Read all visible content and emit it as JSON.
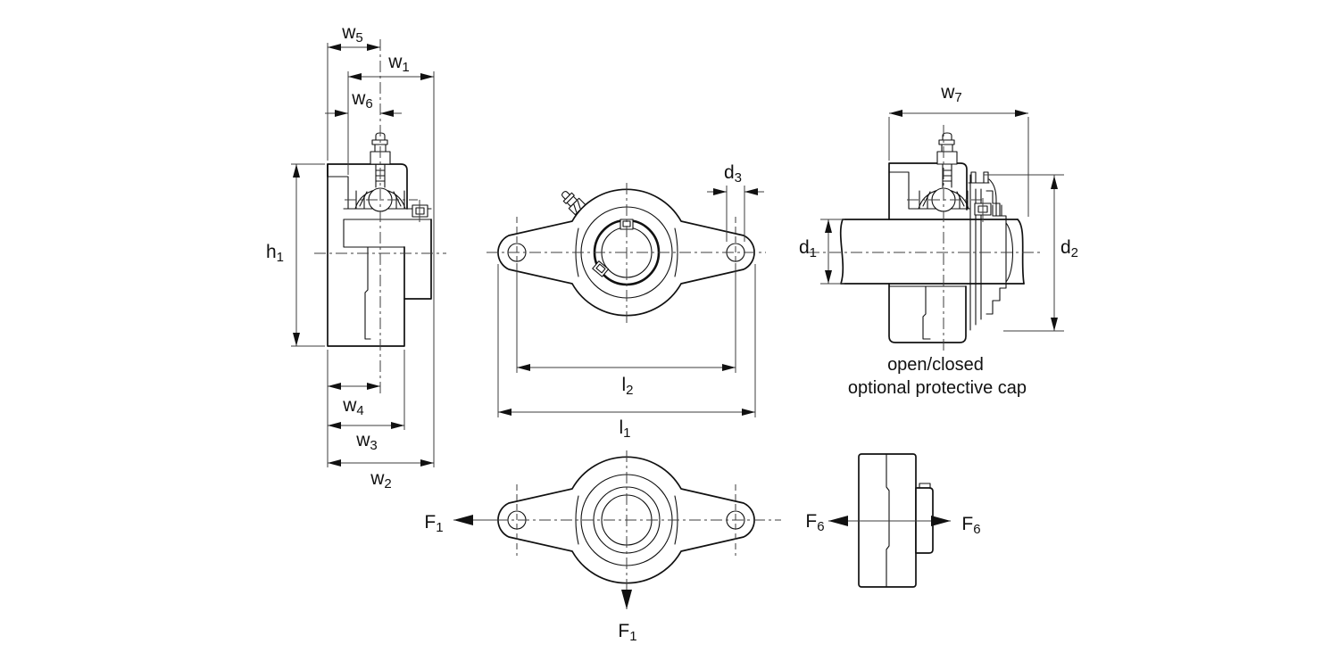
{
  "caption": {
    "line1": "open/closed",
    "line2": "optional protective cap"
  },
  "labels": {
    "w5": {
      "base": "w",
      "sub": "5"
    },
    "w1": {
      "base": "w",
      "sub": "1"
    },
    "w6": {
      "base": "w",
      "sub": "6"
    },
    "h1": {
      "base": "h",
      "sub": "1"
    },
    "w4": {
      "base": "w",
      "sub": "4"
    },
    "w3": {
      "base": "w",
      "sub": "3"
    },
    "w2": {
      "base": "w",
      "sub": "2"
    },
    "d3": {
      "base": "d",
      "sub": "3"
    },
    "l2": {
      "base": "l",
      "sub": "2"
    },
    "l1": {
      "base": "l",
      "sub": "1"
    },
    "w7": {
      "base": "w",
      "sub": "7"
    },
    "d1": {
      "base": "d",
      "sub": "1"
    },
    "d2": {
      "base": "d",
      "sub": "2"
    },
    "f1_radial": {
      "base": "F",
      "sub": "1"
    },
    "f1_axial": {
      "base": "F",
      "sub": "1"
    },
    "f6_left": {
      "base": "F",
      "sub": "6"
    },
    "f6_right": {
      "base": "F",
      "sub": "6"
    }
  },
  "colors": {
    "line": "#111111",
    "thin_line": "#3c3c3c",
    "background": "#ffffff"
  }
}
